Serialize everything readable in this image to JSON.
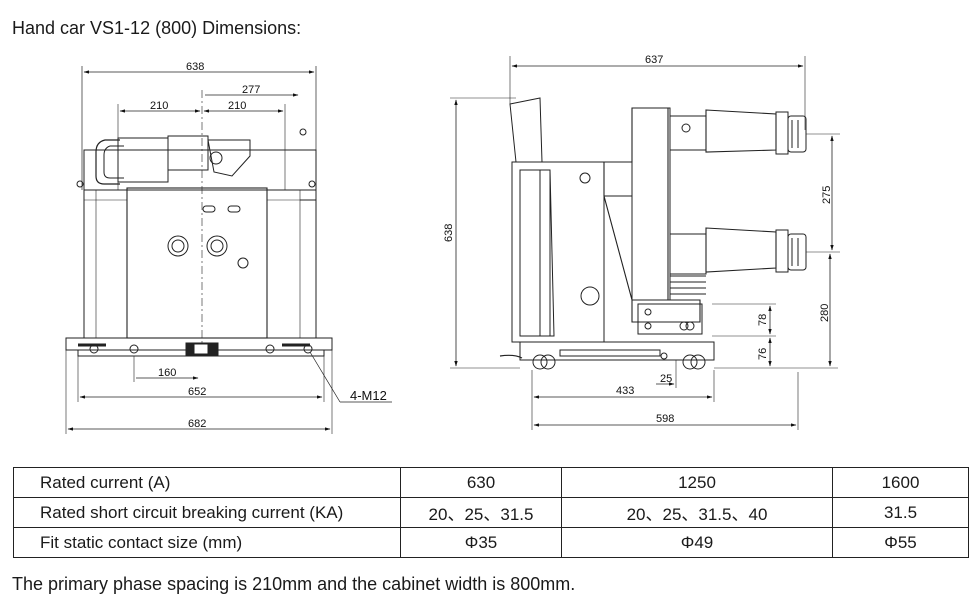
{
  "header": {
    "title": "Hand car VS1-12 (800) Dimensions:"
  },
  "front_view": {
    "dims": {
      "top_width": "638",
      "half_width": "277",
      "phase_left": "210",
      "phase_right": "210",
      "wheel_offset": "160",
      "rail_width": "652",
      "overall_width": "682",
      "bolt_label": "4-M12"
    }
  },
  "side_view": {
    "dims": {
      "top_depth": "637",
      "height": "638",
      "contact_spacing": "275",
      "lower_contact_height": "280",
      "dim_78": "78",
      "dim_76": "76",
      "dim_25": "25",
      "depth_433": "433",
      "depth_598": "598"
    }
  },
  "spec_table": {
    "rows": [
      {
        "label": "Rated current (A)",
        "c1": "630",
        "c2": "1250",
        "c3": "1600"
      },
      {
        "label": "Rated short circuit breaking current (KA)",
        "c1": "20、25、31.5",
        "c2": "20、25、31.5、40",
        "c3": "31.5"
      },
      {
        "label": "Fit static contact size (mm)",
        "c1": "Φ35",
        "c2": "Φ49",
        "c3": "Φ55"
      }
    ]
  },
  "footer": {
    "note": "The primary phase spacing is 210mm and the cabinet width is 800mm."
  }
}
